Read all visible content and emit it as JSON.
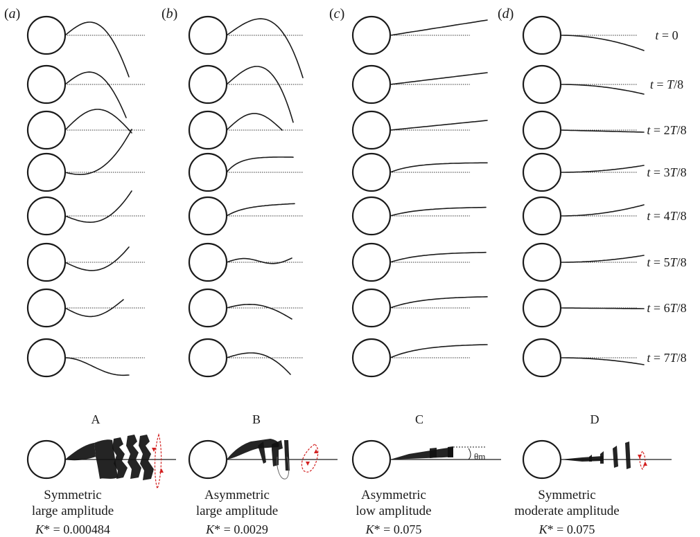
{
  "panels": [
    {
      "tag": "(a)",
      "letter": "A",
      "regime_line1": "Symmetric",
      "regime_line2": "large amplitude",
      "k_star": "0.000484"
    },
    {
      "tag": "(b)",
      "letter": "B",
      "regime_line1": "Asymmetric",
      "regime_line2": "large amplitude",
      "k_star": "0.0029"
    },
    {
      "tag": "(c)",
      "letter": "C",
      "regime_line1": "Asymmetric",
      "regime_line2": "low amplitude",
      "k_star": "0.075"
    },
    {
      "tag": "(d)",
      "letter": "D",
      "regime_line1": "Symmetric",
      "regime_line2": "moderate amplitude",
      "k_star": "0.075"
    }
  ],
  "time_labels": [
    "t = 0",
    "t = T/8",
    "t = 2T/8",
    "t = 3T/8",
    "t = 4T/8",
    "t = 5T/8",
    "t = 6T/8",
    "t = 7T/8"
  ],
  "k_prefix": "K* = ",
  "theta_label": "θm",
  "colors": {
    "trajectory": "#d22020",
    "ink": "#1a1a1a"
  }
}
